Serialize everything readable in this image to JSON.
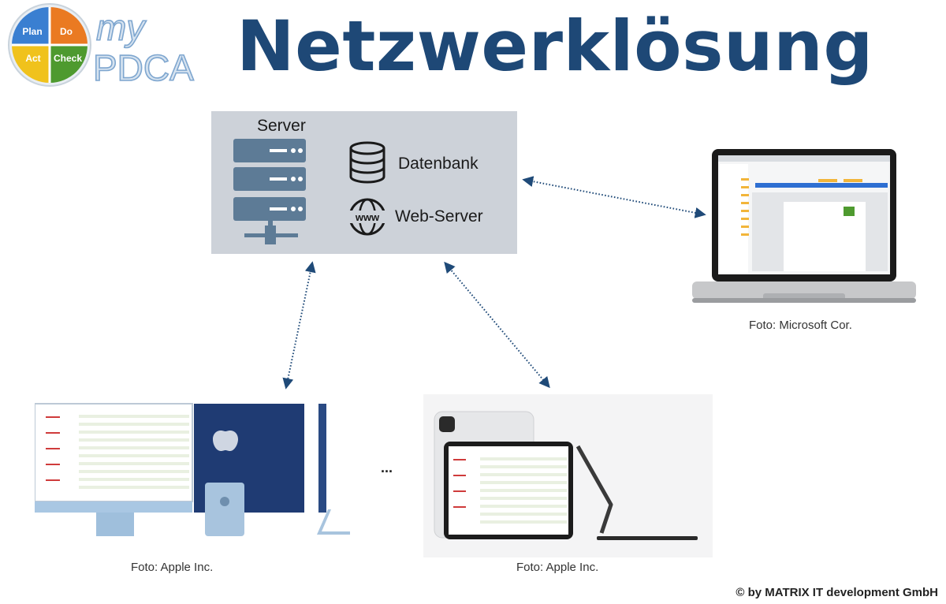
{
  "logo": {
    "quadrants": [
      "Plan",
      "Do",
      "Act",
      "Check"
    ],
    "brand_line1": "my",
    "brand_line2": "PDCA",
    "colors": {
      "plan": "#3a7fd1",
      "do": "#ea7a22",
      "act": "#f0c21c",
      "check": "#4e9a2f"
    }
  },
  "title": "Netzwerklösung",
  "server": {
    "label": "Server",
    "items": [
      {
        "icon": "database-icon",
        "label": "Datenbank"
      },
      {
        "icon": "globe-www-icon",
        "label": "Web-Server"
      }
    ]
  },
  "clients": [
    {
      "device": "laptop",
      "caption": "Foto: Microsoft Cor."
    },
    {
      "device": "imac",
      "caption": "Foto: Apple Inc."
    },
    {
      "device": "ipad",
      "caption": "Foto: Apple Inc."
    }
  ],
  "ellipsis": "...",
  "copyright": "© by MATRIX IT development GmbH",
  "colors": {
    "title": "#1e4876",
    "arrow": "#1f4a78",
    "server_box": "#cdd2d9",
    "server_icon": "#5d7b96"
  }
}
